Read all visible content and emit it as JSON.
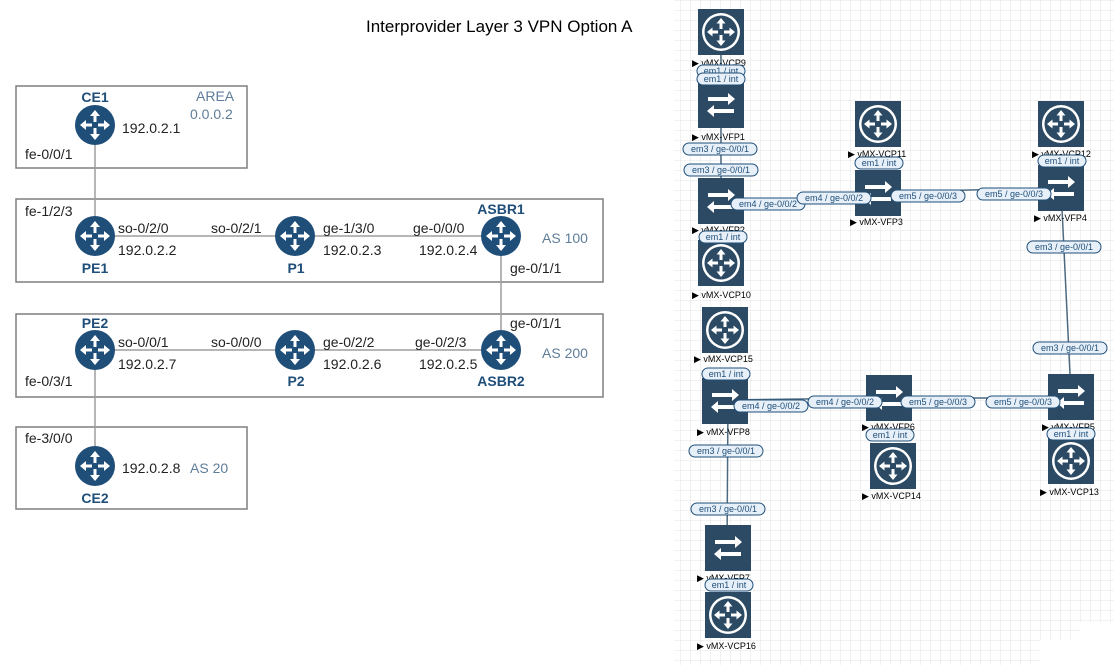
{
  "title": "Interprovider Layer 3 VPN Option A",
  "topology": {
    "area_label": "AREA",
    "area_value": "0.0.0.2",
    "as100": "AS 100",
    "as200": "AS 200",
    "as20": "AS 20",
    "routers": [
      {
        "id": "ce1",
        "name": "CE1",
        "ip": "192.0.2.1"
      },
      {
        "id": "pe1",
        "name": "PE1",
        "ip": "192.0.2.2"
      },
      {
        "id": "p1",
        "name": "P1",
        "ip": "192.0.2.3"
      },
      {
        "id": "asbr1",
        "name": "ASBR1",
        "ip": "192.0.2.4"
      },
      {
        "id": "asbr2",
        "name": "ASBR2",
        "ip": "192.0.2.5"
      },
      {
        "id": "p2",
        "name": "P2",
        "ip": "192.0.2.6"
      },
      {
        "id": "pe2",
        "name": "PE2",
        "ip": "192.0.2.7"
      },
      {
        "id": "ce2",
        "name": "CE2",
        "ip": "192.0.2.8"
      }
    ],
    "interfaces": {
      "ce1_fe": "fe-0/0/1",
      "pe1_fe": "fe-1/2/3",
      "pe1_so": "so-0/2/0",
      "p1_so": "so-0/2/1",
      "p1_ge": "ge-1/3/0",
      "asbr1_ge0": "ge-0/0/0",
      "asbr1_ge1": "ge-0/1/1",
      "asbr2_ge1": "ge-0/1/1",
      "pe2_so": "so-0/0/1",
      "p2_so": "so-0/0/0",
      "p2_ge": "ge-0/2/2",
      "asbr2_ge": "ge-0/2/3",
      "pe2_fe": "fe-0/3/1",
      "ce2_fe": "fe-3/0/0"
    }
  },
  "lab": {
    "nodes": [
      {
        "id": "vcp9",
        "label": "vMX-VCP9",
        "kind": "router"
      },
      {
        "id": "vfp1",
        "label": "vMX-VFP1",
        "kind": "switch"
      },
      {
        "id": "vfp2",
        "label": "vMX-VFP2",
        "kind": "switch"
      },
      {
        "id": "vcp10",
        "label": "vMX-VCP10",
        "kind": "router"
      },
      {
        "id": "vcp11",
        "label": "vMX-VCP11",
        "kind": "router"
      },
      {
        "id": "vfp3",
        "label": "vMX-VFP3",
        "kind": "switch"
      },
      {
        "id": "vcp12",
        "label": "vMX-VCP12",
        "kind": "router"
      },
      {
        "id": "vfp4",
        "label": "vMX-VFP4",
        "kind": "switch"
      },
      {
        "id": "vcp15",
        "label": "vMX-VCP15",
        "kind": "router"
      },
      {
        "id": "vfp8",
        "label": "vMX-VFP8",
        "kind": "switch"
      },
      {
        "id": "vfp6",
        "label": "vMX-VFP6",
        "kind": "switch"
      },
      {
        "id": "vcp14",
        "label": "vMX-VCP14",
        "kind": "router"
      },
      {
        "id": "vfp5",
        "label": "vMX-VFP5",
        "kind": "switch"
      },
      {
        "id": "vcp13",
        "label": "vMX-VCP13",
        "kind": "router"
      },
      {
        "id": "vfp7",
        "label": "vMX-VFP7",
        "kind": "switch"
      },
      {
        "id": "vcp16",
        "label": "vMX-VCP16",
        "kind": "router"
      }
    ],
    "port_labels": {
      "em1_int": "em1 / int",
      "em3_ge001": "em3 / ge-0/0/1",
      "em4_ge002": "em4 / ge-0/0/2",
      "em5_ge003": "em5 / ge-0/0/3"
    }
  },
  "colors": {
    "router_blue": "#1f4e79",
    "box_stroke": "#7f7f7f",
    "grid": "#d9d9d9",
    "pill_fill": "#e7f0f8",
    "pill_stroke": "#1f4e79",
    "node_fill": "#2c4a63"
  }
}
